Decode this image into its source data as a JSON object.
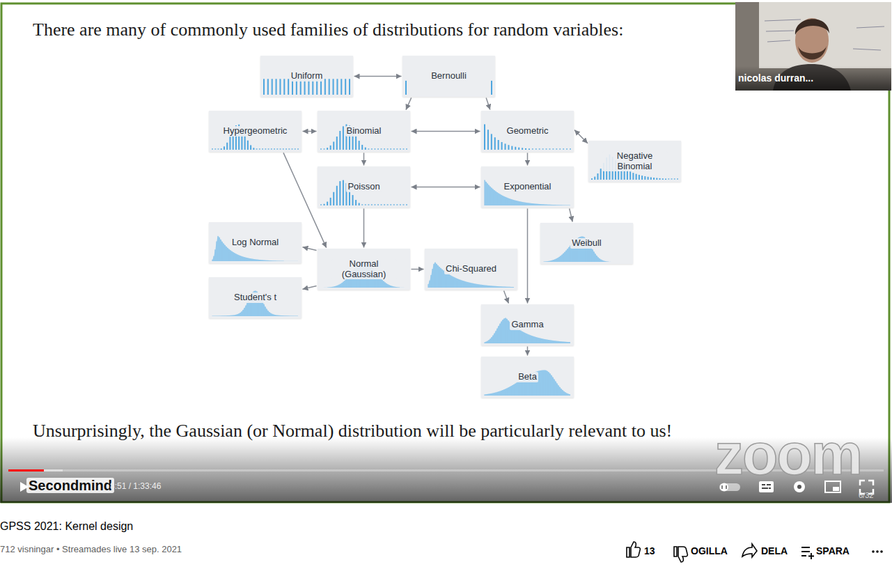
{
  "diagram": {
    "title": "There are many of commonly used families of distributions for random variables:",
    "caption": "Unsurprisingly, the Gaussian (or Normal) distribution will be particularly relevant to us!",
    "nodes": [
      {
        "text": [
          "Uniform"
        ]
      },
      {
        "text": [
          "Bernoulli"
        ]
      },
      {
        "text": [
          "Hypergeometric"
        ]
      },
      {
        "text": [
          "Binomial"
        ]
      },
      {
        "text": [
          "Geometric"
        ]
      },
      {
        "text": [
          "Negative Binomial"
        ]
      },
      {
        "text": [
          "Poisson"
        ]
      },
      {
        "text": [
          "Exponential"
        ]
      },
      {
        "text": [
          "Log Normal"
        ]
      },
      {
        "text": [
          "Weibull"
        ]
      },
      {
        "text": [
          "Normal (Gaussian)"
        ]
      },
      {
        "text": [
          "Chi-Squared"
        ]
      },
      {
        "text": [
          "Student's t"
        ]
      },
      {
        "text": [
          "Gamma"
        ]
      },
      {
        "text": [
          "Beta"
        ]
      }
    ],
    "edges": [
      {
        "from": 0,
        "to": 1,
        "arrow": "both"
      },
      {
        "from": 1,
        "to": 3,
        "arrow": "to"
      },
      {
        "from": 1,
        "to": 4,
        "arrow": "to"
      },
      {
        "from": 2,
        "to": 3,
        "arrow": "both"
      },
      {
        "from": 3,
        "to": 4,
        "arrow": "both"
      },
      {
        "from": 4,
        "to": 5,
        "arrow": "both"
      },
      {
        "from": 3,
        "to": 6,
        "arrow": "to"
      },
      {
        "from": 4,
        "to": 7,
        "arrow": "to"
      },
      {
        "from": 6,
        "to": 7,
        "arrow": "both"
      },
      {
        "from": 2,
        "to": 10,
        "arrow": "to"
      },
      {
        "from": 6,
        "to": 10,
        "arrow": "to"
      },
      {
        "from": 10,
        "to": 8,
        "arrow": "to"
      },
      {
        "from": 10,
        "to": 12,
        "arrow": "to"
      },
      {
        "from": 10,
        "to": 11,
        "arrow": "to"
      },
      {
        "from": 7,
        "to": 9,
        "arrow": "to"
      },
      {
        "from": 7,
        "to": 13,
        "arrow": "to"
      },
      {
        "from": 11,
        "to": 13,
        "arrow": "to"
      },
      {
        "from": 13,
        "to": 14,
        "arrow": "to"
      }
    ],
    "labels": [
      "nicolas durran...",
      "zoom",
      "Secondmind",
      "8:51 / 1:33:46",
      "6/32",
      "GPSS 2021: Kernel design",
      "712 visningar • Streamades live 13 sep. 2021",
      "13",
      "OGILLA",
      "DELA",
      "SPARA"
    ]
  }
}
